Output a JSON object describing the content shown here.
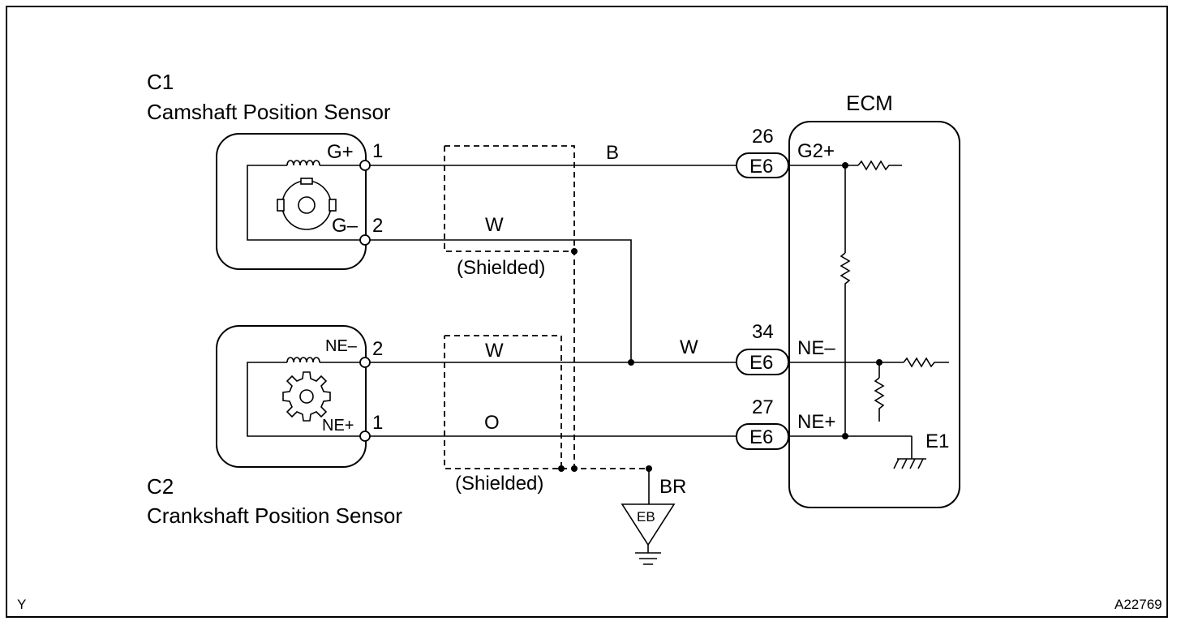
{
  "sensor_c1": {
    "code": "C1",
    "name": "Camshaft Position Sensor",
    "pin_pos_label": "G+",
    "pin_neg_label": "G–",
    "pin_pos_num": "1",
    "pin_neg_num": "2"
  },
  "sensor_c2": {
    "code": "C2",
    "name": "Crankshaft Position Sensor",
    "pin_neg_label": "NE–",
    "pin_pos_label": "NE+",
    "pin_neg_num": "2",
    "pin_pos_num": "1"
  },
  "wires": {
    "g_plus": "B",
    "g_minus": "W",
    "ne_minus_sensor": "W",
    "ne_minus_ecm": "W",
    "ne_plus": "O",
    "shield_ground": "BR"
  },
  "shield_labels": {
    "upper": "(Shielded)",
    "lower": "(Shielded)"
  },
  "ground_point": "EB",
  "ecm": {
    "title": "ECM",
    "connectors": [
      {
        "pin": "26",
        "connector": "E6",
        "signal": "G2+"
      },
      {
        "pin": "34",
        "connector": "E6",
        "signal": "NE–"
      },
      {
        "pin": "27",
        "connector": "E6",
        "signal": "NE+"
      }
    ],
    "ground_label": "E1"
  },
  "corner_left": "Y",
  "figure_id": "A22769"
}
